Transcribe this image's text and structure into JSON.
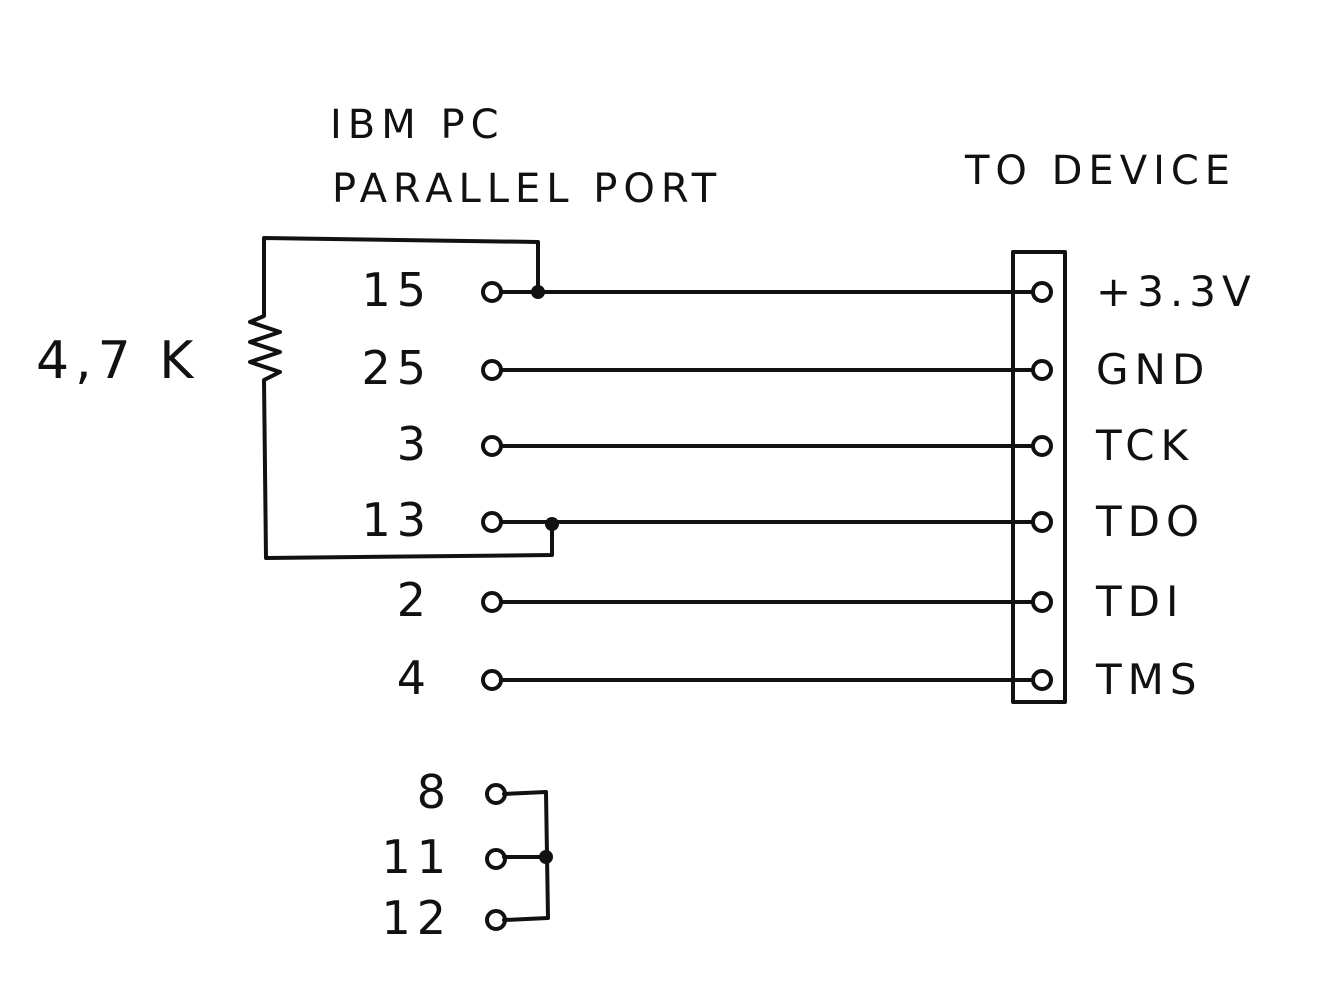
{
  "left_heading": {
    "line1": "IBM PC",
    "line2": "PARALLEL PORT"
  },
  "right_heading": "TO DEVICE",
  "resistor_label": "4,7 K",
  "connections": [
    {
      "pin": "15",
      "signal": "+3.3V"
    },
    {
      "pin": "25",
      "signal": "GND"
    },
    {
      "pin": "3",
      "signal": "TCK"
    },
    {
      "pin": "13",
      "signal": "TDO"
    },
    {
      "pin": "2",
      "signal": "TDI"
    },
    {
      "pin": "4",
      "signal": "TMS"
    }
  ],
  "jumper_pins": [
    "8",
    "11",
    "12"
  ]
}
